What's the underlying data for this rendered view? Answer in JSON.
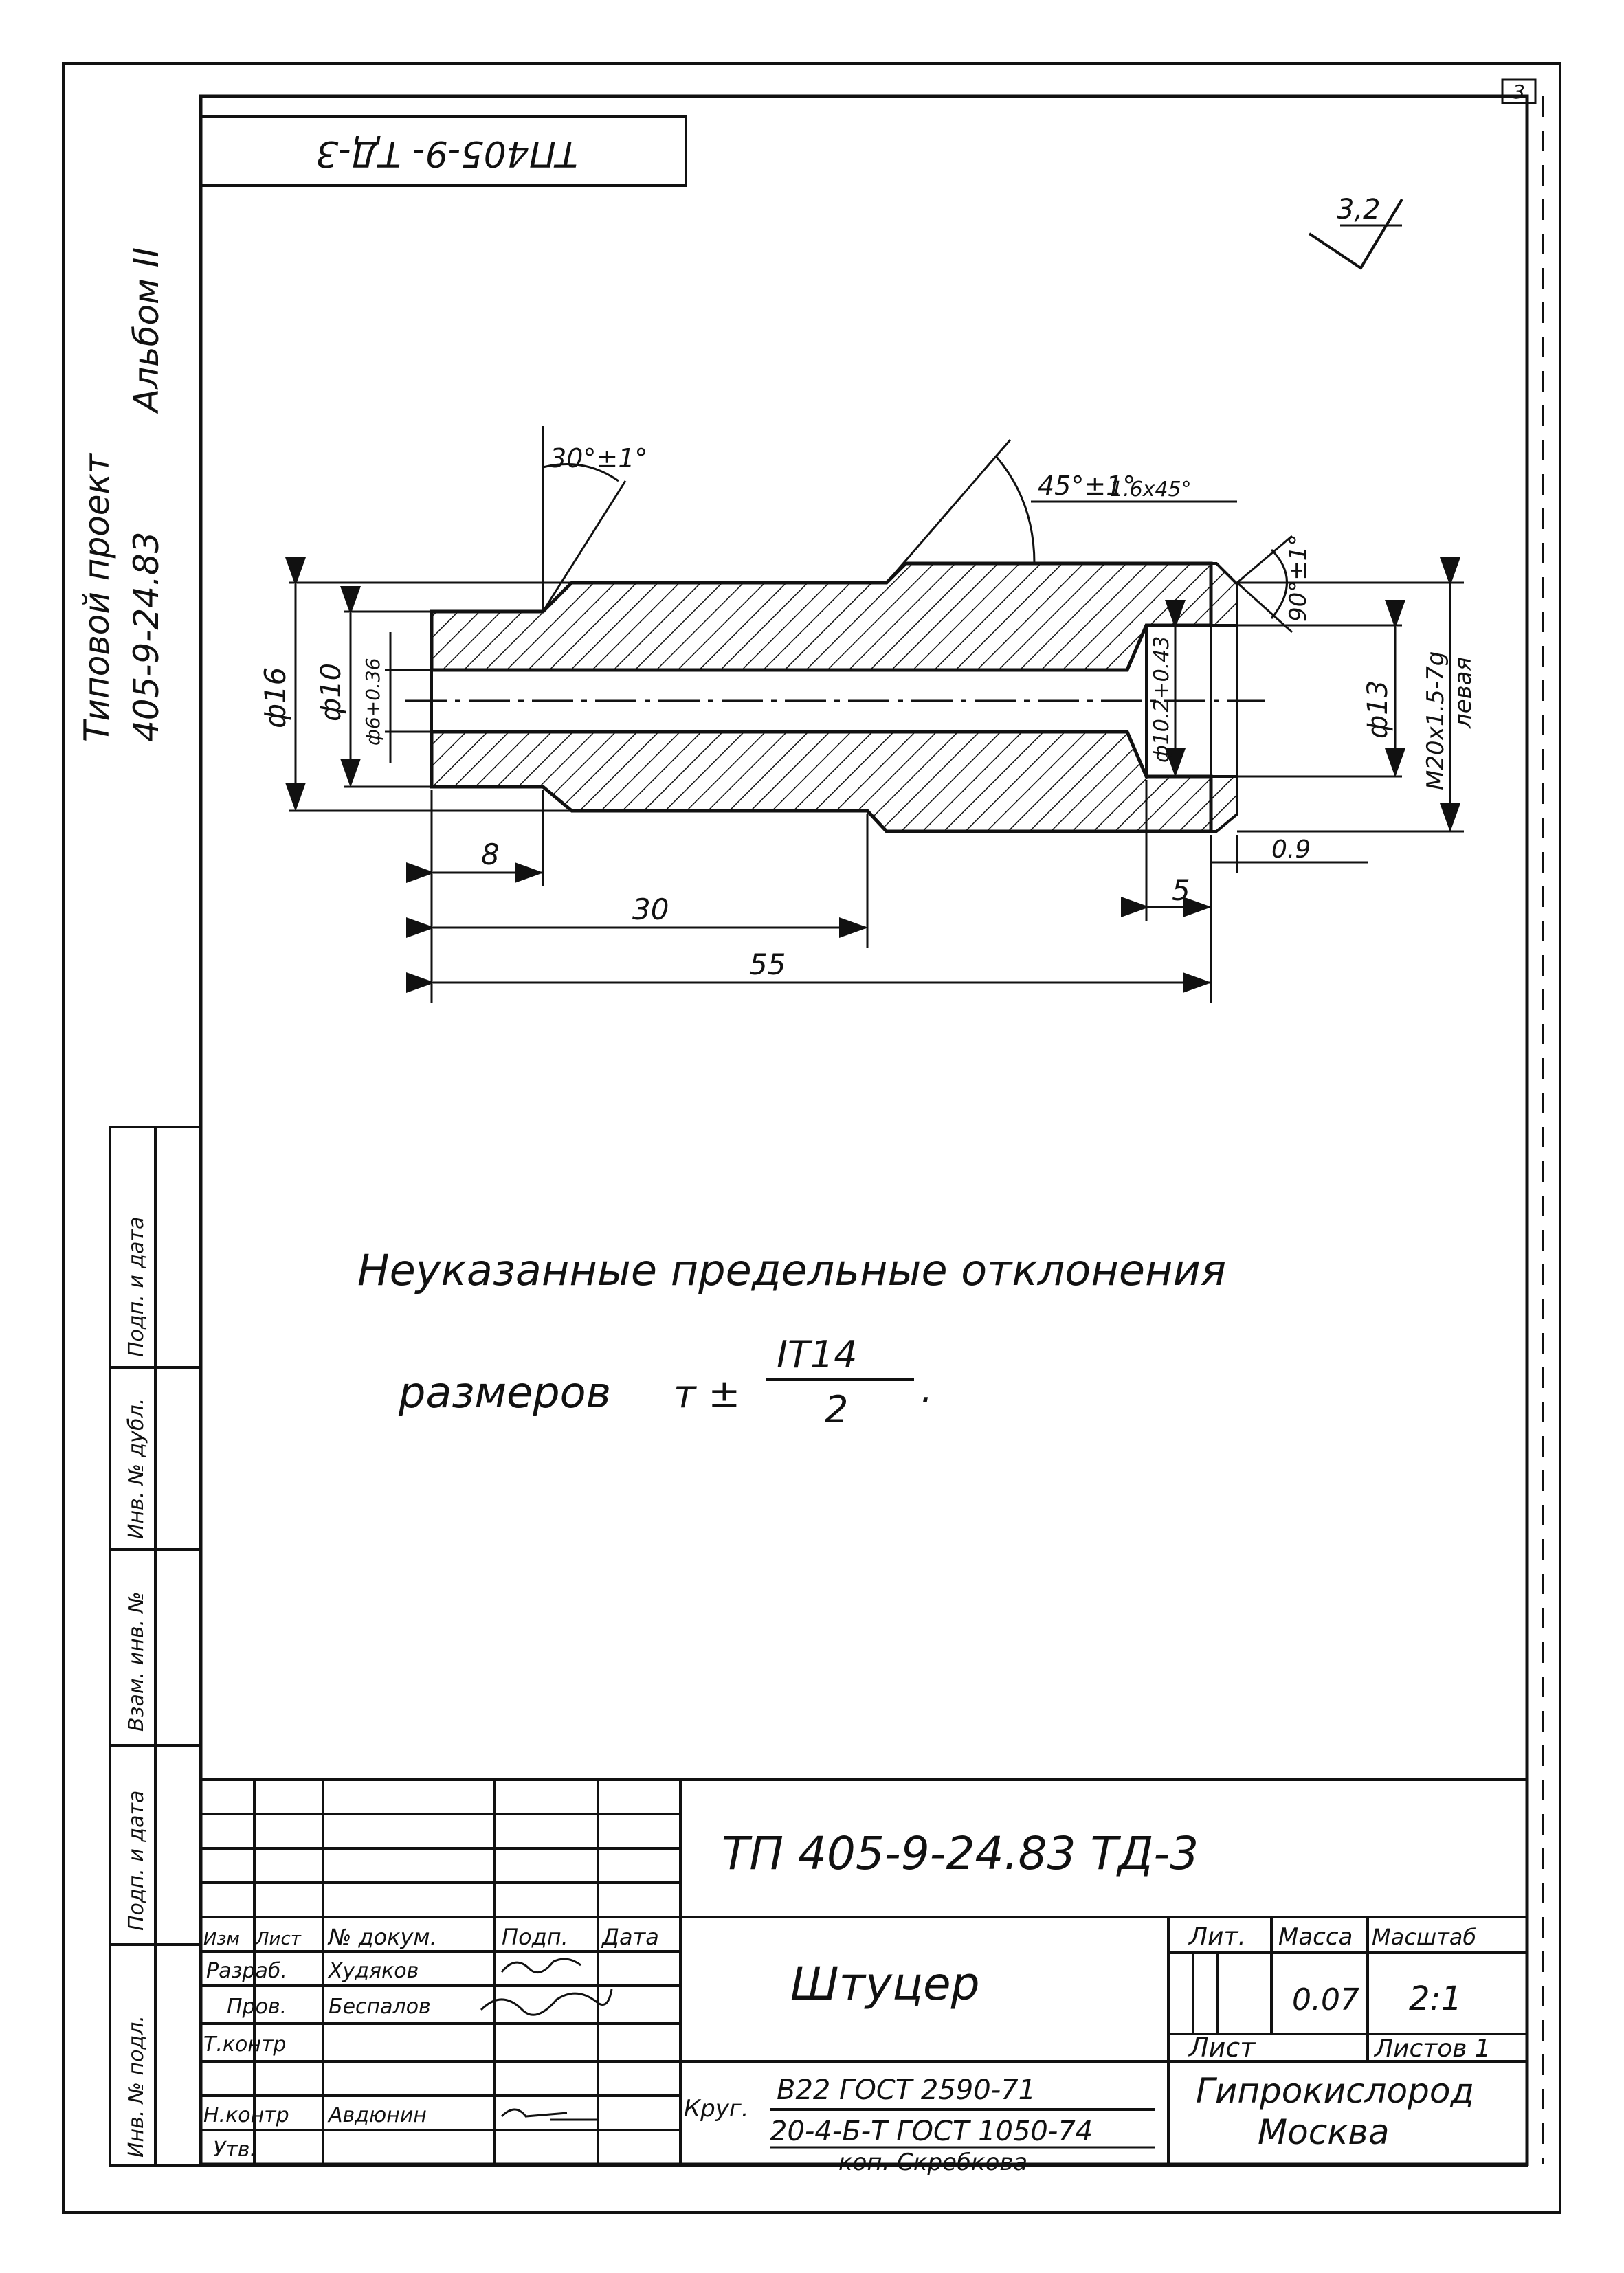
{
  "sheet": {
    "page_number": "3",
    "code_rotated": "ТП405-9- ТД-3",
    "roughness": "3,2"
  },
  "side_label": {
    "line1": "Типовой проект",
    "line2": "405-9-24.83",
    "album": "Альбом II"
  },
  "side_stamp": [
    "Инв. № подл.",
    "Подп. и дата",
    "Взам. инв. №",
    "Инв. № дубл.",
    "Подп. и дата"
  ],
  "dimensions": {
    "angle_left": "30°±1°",
    "angle_mid": "45°±1°",
    "chamfer": "1.6x45°",
    "angle_right": "90°±1°",
    "dia_outer": "ф16",
    "dia_10": "ф10",
    "dia_6": "ф6+0.36",
    "dia_10_2": "ф10.2+0.43",
    "dia_13": "ф13",
    "thread": "M20x1.5-7g",
    "thread_note": "левая",
    "len_8": "8",
    "len_30": "30",
    "len_55": "55",
    "len_5": "5",
    "len_09": "0.9"
  },
  "note": {
    "line1": "Неуказанные предельные отклонения",
    "line2_prefix": "размеров",
    "line2_it": "IT14",
    "line2_den": "2"
  },
  "title_block": {
    "doc_code": "ТП 405-9-24.83 ТД-3",
    "part_name": "Штуцер",
    "header_labels": [
      "Изм",
      "Лист",
      "№ докум.",
      "Подп.",
      "Дата"
    ],
    "roles": [
      {
        "role": "Разраб.",
        "name": "Худяков"
      },
      {
        "role": "Пров.",
        "name": "Беспалов"
      },
      {
        "role": "Т.контр",
        "name": ""
      },
      {
        "role": "Н.контр",
        "name": "Авдюнин"
      },
      {
        "role": "Утв.",
        "name": ""
      }
    ],
    "lit_label": "Лит.",
    "mass_label": "Масса",
    "scale_label": "Масштаб",
    "mass": "0.07",
    "scale": "2:1",
    "sheet_label": "Лист",
    "sheets_label": "Листов 1",
    "material_prefix": "Круг.",
    "material_top": "В22 ГОСТ 2590-71",
    "material_bottom": "20-4-Б-Т ГОСТ 1050-74",
    "copied": "коп. Скребкова",
    "org_1": "Гипрокислород",
    "org_2": "Москва"
  }
}
